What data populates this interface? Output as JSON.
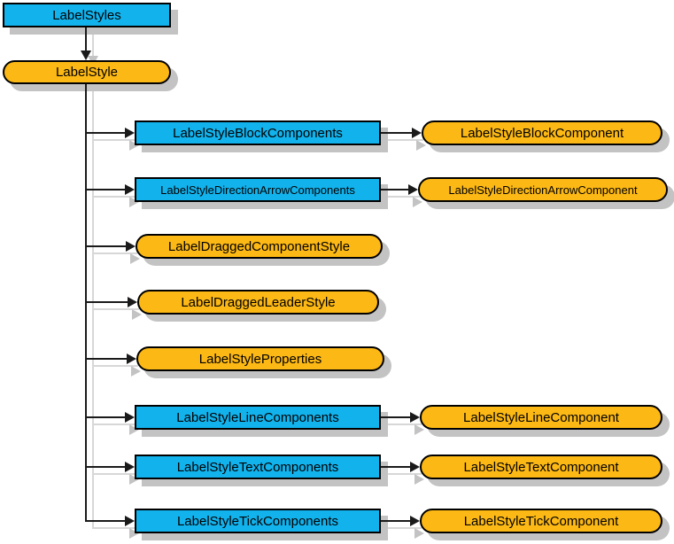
{
  "colors": {
    "canvas-bg": "#FFFFFF",
    "element-fill": "#12B2EC",
    "type-fill": "#FCB814",
    "node-border": "#000000",
    "node-shadow": "#C3C3C3",
    "connector": "#1A1A1A",
    "connector-shadow": "#D7D7D7",
    "text": "#000000"
  },
  "diagram": {
    "nodes": [
      {
        "id": "label-styles",
        "label": "LabelStyles",
        "shape": "rect"
      },
      {
        "id": "label-style",
        "label": "LabelStyle",
        "shape": "capsule"
      },
      {
        "id": "label-style-block-components",
        "label": "LabelStyleBlockComponents",
        "shape": "rect"
      },
      {
        "id": "label-style-block-component",
        "label": "LabelStyleBlockComponent",
        "shape": "capsule"
      },
      {
        "id": "label-style-direction-arrow-components",
        "label": "LabelStyleDirectionArrowComponents",
        "shape": "rect"
      },
      {
        "id": "label-style-direction-arrow-component",
        "label": "LabelStyleDirectionArrowComponent",
        "shape": "capsule"
      },
      {
        "id": "label-dragged-component-style",
        "label": "LabelDraggedComponentStyle",
        "shape": "capsule"
      },
      {
        "id": "label-dragged-leader-style",
        "label": "LabelDraggedLeaderStyle",
        "shape": "capsule"
      },
      {
        "id": "label-style-properties",
        "label": "LabelStyleProperties",
        "shape": "capsule"
      },
      {
        "id": "label-style-line-components",
        "label": "LabelStyleLineComponents",
        "shape": "rect"
      },
      {
        "id": "label-style-line-component",
        "label": "LabelStyleLineComponent",
        "shape": "capsule"
      },
      {
        "id": "label-style-text-components",
        "label": "LabelStyleTextComponents",
        "shape": "rect"
      },
      {
        "id": "label-style-text-component",
        "label": "LabelStyleTextComponent",
        "shape": "capsule"
      },
      {
        "id": "label-style-tick-components",
        "label": "LabelStyleTickComponents",
        "shape": "rect"
      },
      {
        "id": "label-style-tick-component",
        "label": "LabelStyleTickComponent",
        "shape": "capsule"
      }
    ],
    "edges": [
      {
        "from": "LabelStyles",
        "to": "LabelStyle"
      },
      {
        "from": "LabelStyle",
        "to": "LabelStyleBlockComponents"
      },
      {
        "from": "LabelStyleBlockComponents",
        "to": "LabelStyleBlockComponent"
      },
      {
        "from": "LabelStyle",
        "to": "LabelStyleDirectionArrowComponents"
      },
      {
        "from": "LabelStyleDirectionArrowComponents",
        "to": "LabelStyleDirectionArrowComponent"
      },
      {
        "from": "LabelStyle",
        "to": "LabelDraggedComponentStyle"
      },
      {
        "from": "LabelStyle",
        "to": "LabelDraggedLeaderStyle"
      },
      {
        "from": "LabelStyle",
        "to": "LabelStyleProperties"
      },
      {
        "from": "LabelStyle",
        "to": "LabelStyleLineComponents"
      },
      {
        "from": "LabelStyleLineComponents",
        "to": "LabelStyleLineComponent"
      },
      {
        "from": "LabelStyle",
        "to": "LabelStyleTextComponents"
      },
      {
        "from": "LabelStyleTextComponents",
        "to": "LabelStyleTextComponent"
      },
      {
        "from": "LabelStyle",
        "to": "LabelStyleTickComponents"
      },
      {
        "from": "LabelStyleTickComponents",
        "to": "LabelStyleTickComponent"
      }
    ]
  }
}
